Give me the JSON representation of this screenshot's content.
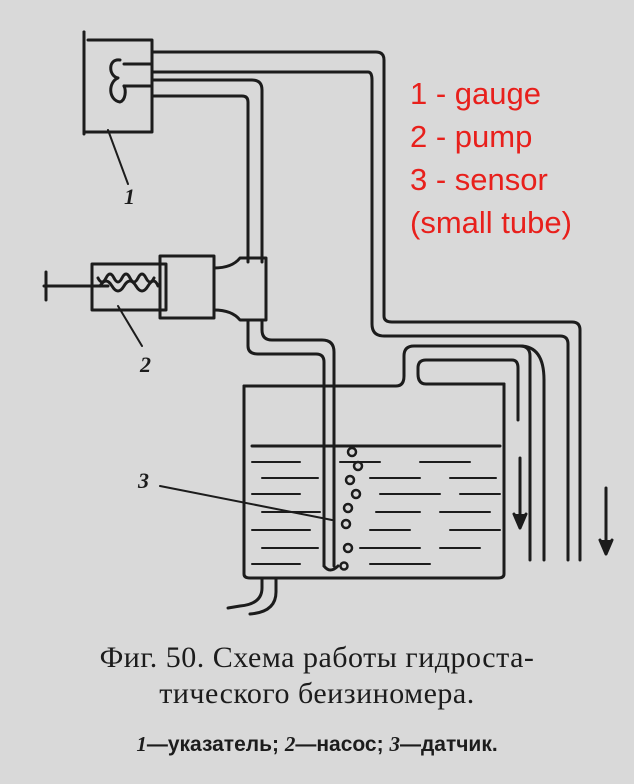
{
  "legend": {
    "item1": "1 - gauge",
    "item2": "2 - pump",
    "item3": "3 - sensor",
    "item3_note": "(small tube)"
  },
  "labels": {
    "n1": "1",
    "n2": "2",
    "n3": "3"
  },
  "caption": {
    "line1": "Фиг. 50. Схема работы гидроста-",
    "line2": "тического беизиномера.",
    "key": [
      {
        "num": "1",
        "text": "—указатель; "
      },
      {
        "num": "2",
        "text": "—насос; "
      },
      {
        "num": "3",
        "text": "—датчик."
      }
    ]
  },
  "colors": {
    "legend": "#e8201c",
    "ink": "#1c1c1c",
    "paper": "#d9d9d9"
  }
}
